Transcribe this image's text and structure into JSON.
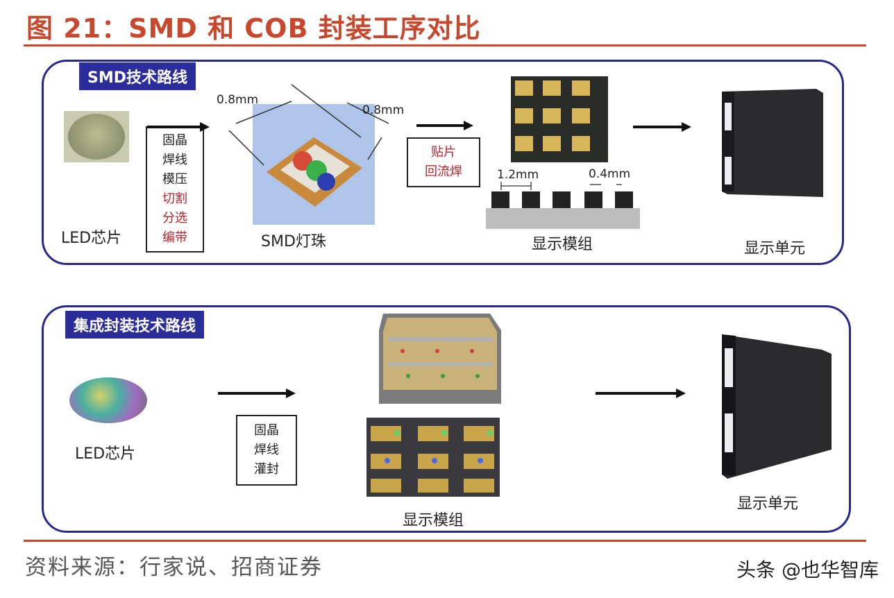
{
  "figure": {
    "title": "图 21：SMD 和 COB 封装工序对比",
    "source": "资料来源：行家说、招商证券",
    "watermark": "头条 @也华智库"
  },
  "smd": {
    "tag": "SMD技术路线",
    "chip_label": "LED芯片",
    "steps": [
      "固晶",
      "焊线",
      "模压",
      "切割",
      "分选",
      "编带"
    ],
    "bead_label": "SMD灯珠",
    "dim_a": "0.8mm",
    "dim_b": "0.8mm",
    "mount_steps": [
      "贴片",
      "回流焊"
    ],
    "pitch_a": "1.2mm",
    "pitch_b": "0.4mm",
    "module_label": "显示模组",
    "unit_label": "显示单元"
  },
  "cob": {
    "tag": "集成封装技术路线",
    "chip_label": "LED芯片",
    "steps": [
      "固晶",
      "焊线",
      "灌封"
    ],
    "module_label": "显示模组",
    "unit_label": "显示单元"
  },
  "colors": {
    "accent": "#c9472c",
    "panel_border": "#25268f",
    "tag_bg": "#2b2d9a",
    "step_red": "#c0202a"
  }
}
